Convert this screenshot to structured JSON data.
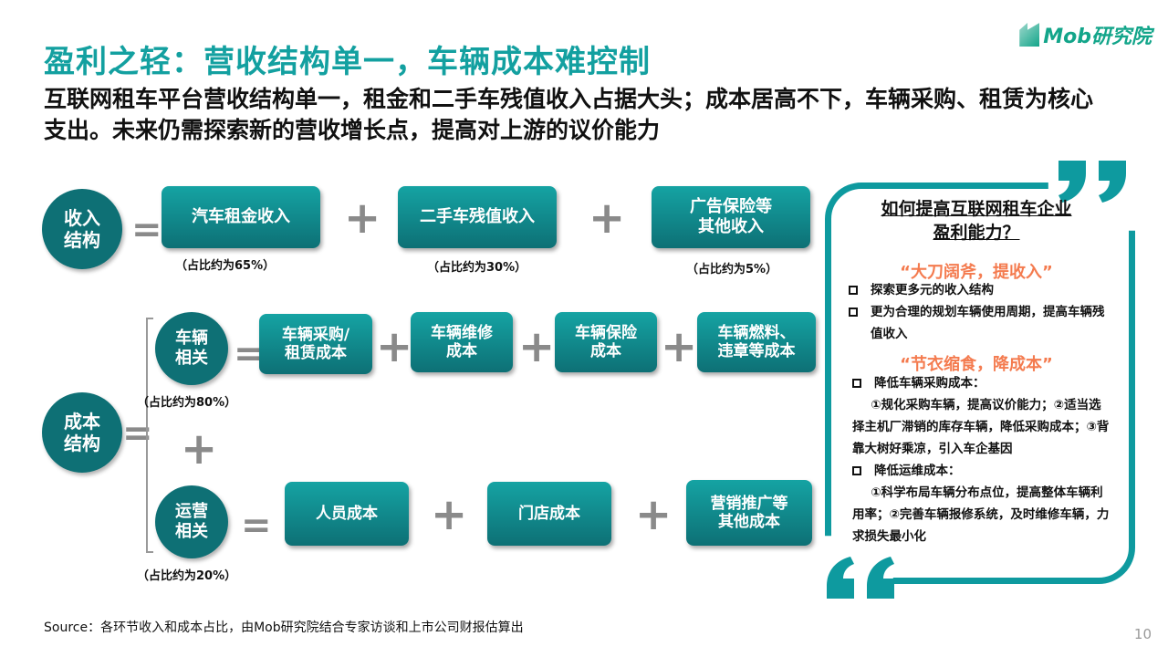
{
  "header": {
    "title": "盈利之轻：营收结构单一，车辆成本难控制",
    "subtitle": "互联网租车平台营收结构单一，租金和二手车残值收入占据大头；成本居高不下，车辆采购、租赁为核心支出。未来仍需探索新的营收增长点，提高对上游的议价能力",
    "logo": "Mob研究院"
  },
  "income": {
    "label": "收入\n结构",
    "items": [
      {
        "label": "汽车租金收入",
        "share": "（占比约为65%）"
      },
      {
        "label": "二手车残值收入",
        "share": "（占比约为30%）"
      },
      {
        "label": "广告保险等\n其他收入",
        "share": "（占比约为5%）"
      }
    ]
  },
  "cost": {
    "label": "成本\n结构",
    "vehicle": {
      "label": "车辆\n相关",
      "share": "（占比约为80%）",
      "items": [
        "车辆采购/\n租赁成本",
        "车辆维修\n成本",
        "车辆保险\n成本",
        "车辆燃料、\n违章等成本"
      ]
    },
    "ops": {
      "label": "运营\n相关",
      "share": "（占比约为20%）",
      "items": [
        "人员成本",
        "门店成本",
        "营销推广等\n其他成本"
      ]
    }
  },
  "panel": {
    "title": "如何提高互联网租车企业\n盈利能力？",
    "section1": "“大刀阔斧，提收入”",
    "bullets1": [
      "探索更多元的收入结构",
      "更为合理的规划车辆使用周期，提高车辆残值收入"
    ],
    "section2": "“节衣缩食，降成本”",
    "bullet2a": "降低车辆采购成本：",
    "detail2a": "①规化采购车辆，提高议价能力；②适当选择主机厂滞销的库存车辆，降低采购成本；③背靠大树好乘凉，引入车企基因",
    "bullet2b": "降低运维成本：",
    "detail2b": "①科学布局车辆分布点位，提高整体车辆利用率；②完善车辆报修系统，及时维修车辆，力求损失最小化"
  },
  "footer": {
    "source": "Source：各环节收入和成本占比，由Mob研究院结合专家访谈和上市公司财报估算出",
    "page": "10"
  },
  "symbols": {
    "plus": "+",
    "equals": "="
  },
  "colors": {
    "teal": "#13a0a0",
    "dark_teal": "#0e7075",
    "orange": "#f47b4f"
  }
}
